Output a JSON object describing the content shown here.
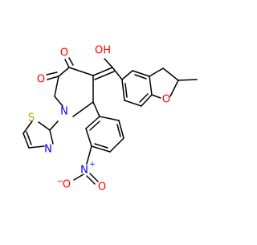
{
  "figure": {
    "type": "chemical-structure",
    "colors": {
      "bond": "#000000",
      "oxygen": "#ff0000",
      "nitrogen": "#0000ff",
      "sulfur": "#c8a000"
    }
  },
  "atoms": {
    "o_ketone": "O",
    "o_amide": "O",
    "o_hydroxyl": "OH",
    "o_furan": "O",
    "n_pyrrolidine": "N",
    "n_thiazole": "N",
    "s_thiazole": "S",
    "n_nitro": "N",
    "n_nitro_charge": "+",
    "o_nitro_single": "O",
    "o_nitro_single_charge": "−",
    "o_nitro_double": "O"
  }
}
